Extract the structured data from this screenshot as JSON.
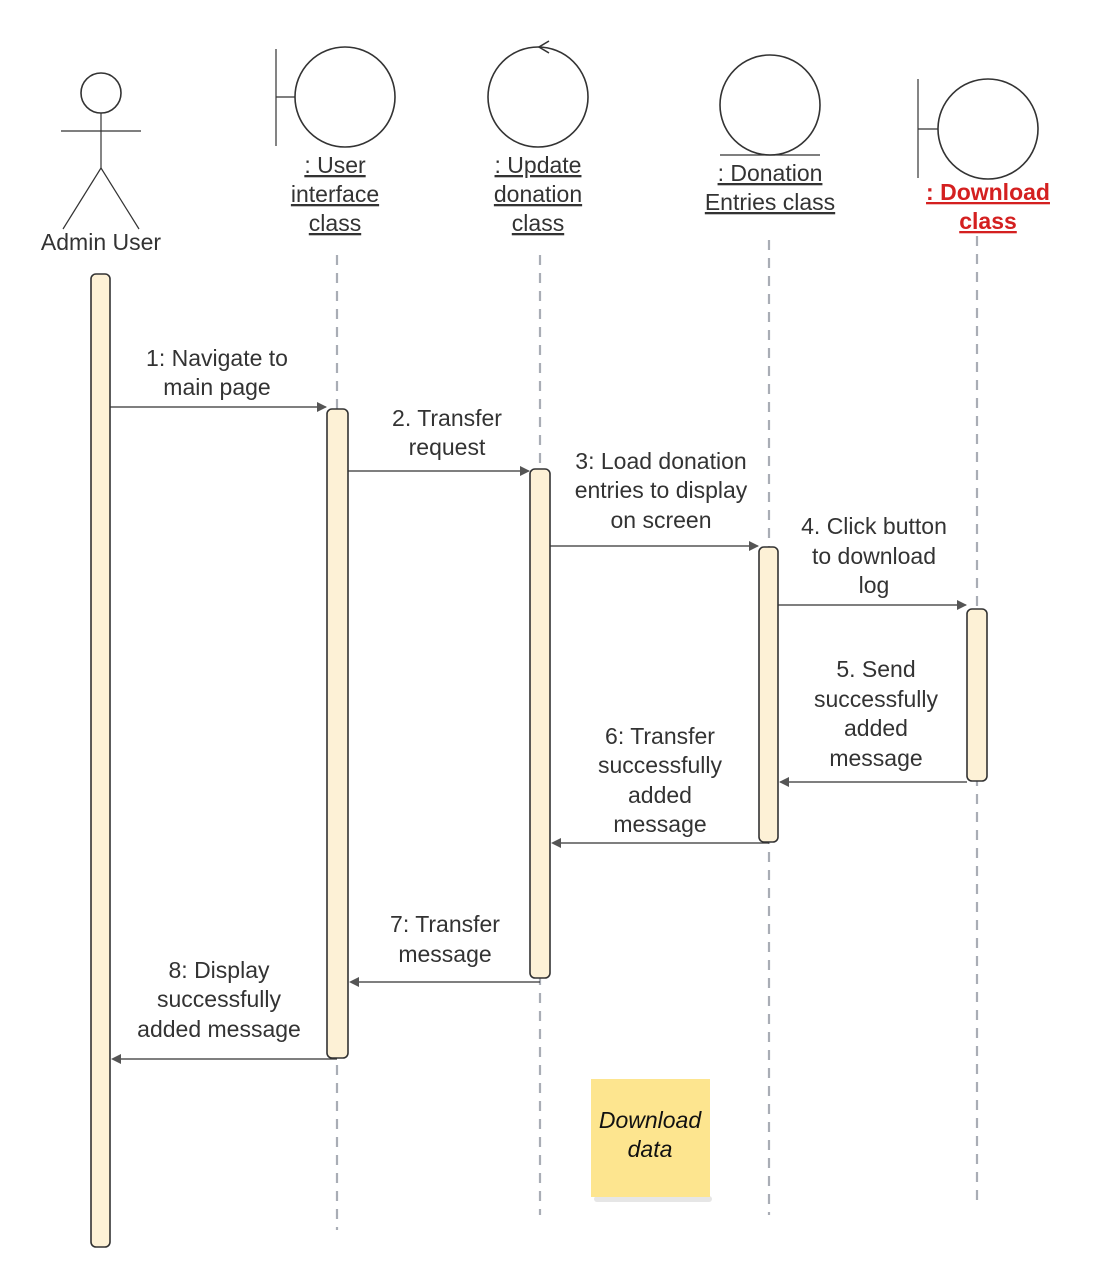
{
  "diagram": {
    "colors": {
      "text": "#333333",
      "activation_fill": "#fdf1d6",
      "lifeline": "#a9adb5",
      "highlight_text": "#d42020",
      "note_fill": "#fde58f"
    },
    "actor": {
      "label": "Admin User"
    },
    "objects": [
      {
        "id": "ui",
        "kind": "boundary",
        "lines": [
          ": User",
          "interface",
          "class"
        ]
      },
      {
        "id": "update",
        "kind": "control",
        "lines": [
          ": Update",
          "donation",
          "class"
        ]
      },
      {
        "id": "entries",
        "kind": "entity",
        "lines": [
          ": Donation",
          "Entries class"
        ]
      },
      {
        "id": "download",
        "kind": "boundary",
        "lines": [
          ": Download",
          "class"
        ],
        "highlight": true
      }
    ],
    "messages": [
      {
        "number": "1",
        "lines": [
          "1: Navigate to",
          "main page"
        ],
        "from": "actor",
        "to": "ui"
      },
      {
        "number": "2",
        "lines": [
          "2. Transfer",
          "request"
        ],
        "from": "ui",
        "to": "update"
      },
      {
        "number": "3",
        "lines": [
          "3: Load donation",
          "entries to display",
          "on screen"
        ],
        "from": "update",
        "to": "entries"
      },
      {
        "number": "4",
        "lines": [
          "4. Click button",
          "to download",
          "log"
        ],
        "from": "entries",
        "to": "download"
      },
      {
        "number": "5",
        "lines": [
          "5. Send",
          "successfully",
          "added",
          "message"
        ],
        "from": "download",
        "to": "entries"
      },
      {
        "number": "6",
        "lines": [
          "6: Transfer",
          "successfully",
          "added",
          "message"
        ],
        "from": "entries",
        "to": "update"
      },
      {
        "number": "7",
        "lines": [
          "7: Transfer",
          "message"
        ],
        "from": "update",
        "to": "ui"
      },
      {
        "number": "8",
        "lines": [
          "8: Display",
          "successfully",
          "added message"
        ],
        "from": "ui",
        "to": "actor"
      }
    ],
    "note": {
      "lines": [
        "Download",
        "data"
      ]
    }
  }
}
